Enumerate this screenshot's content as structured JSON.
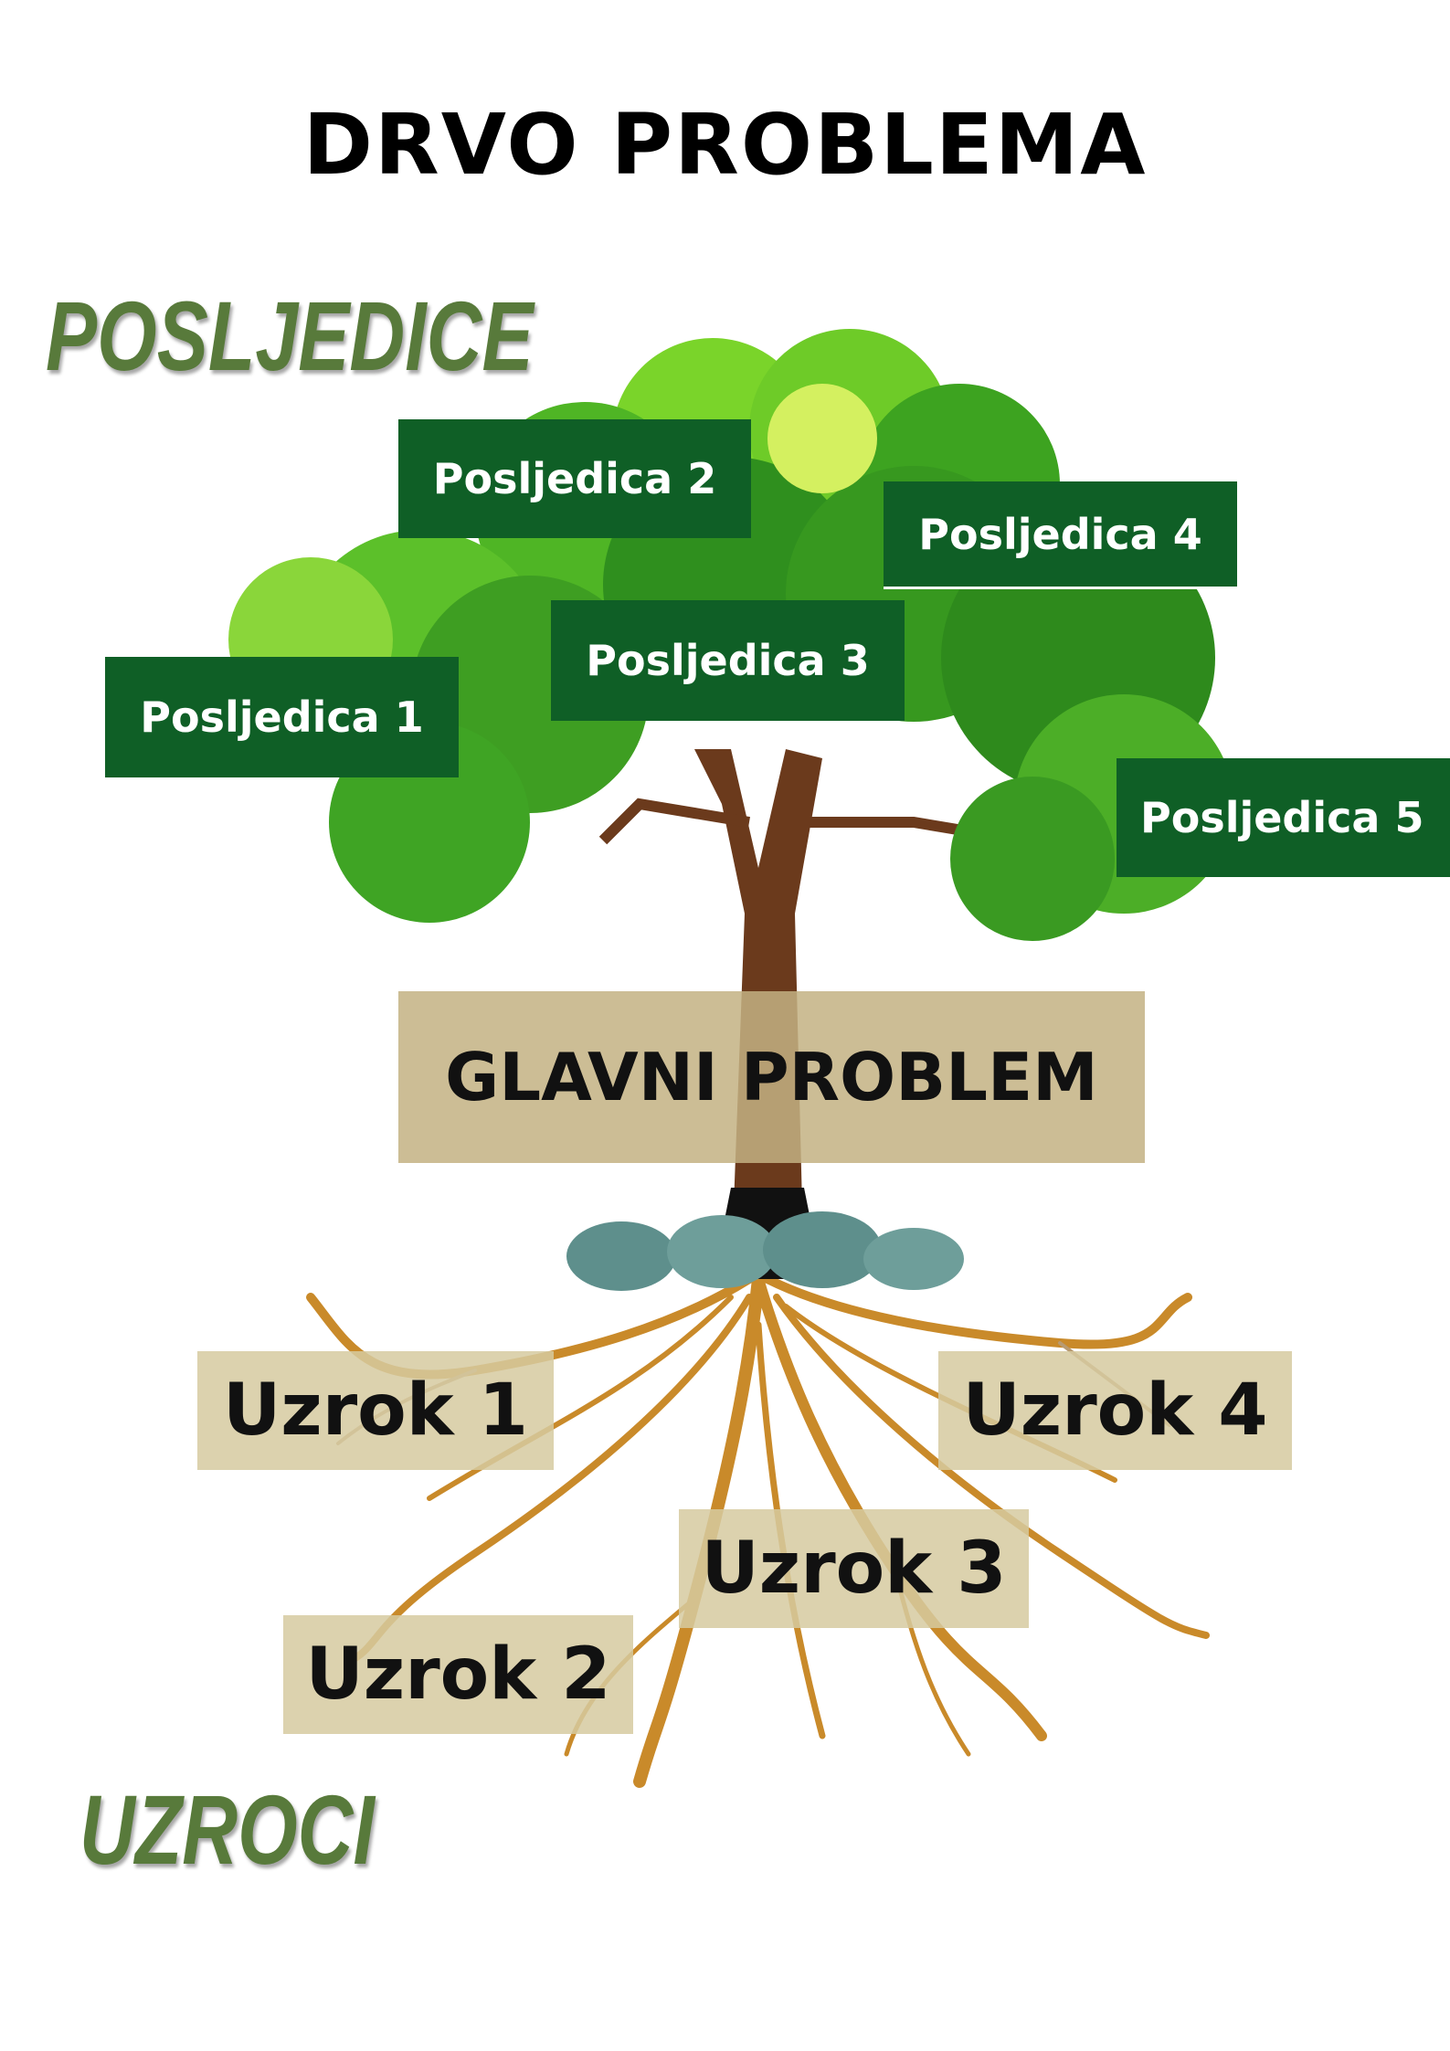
{
  "title": "DRVO PROBLEMA",
  "sections": {
    "top": "POSLJEDICE",
    "bottom": "UZROCI"
  },
  "consequences": [
    "Posljedica 1",
    "Posljedica 2",
    "Posljedica 3",
    "Posljedica 4",
    "Posljedica 5"
  ],
  "main_problem": "GLAVNI PROBLEM",
  "causes": [
    "Uzrok 1",
    "Uzrok 2",
    "Uzrok 3",
    "Uzrok 4"
  ],
  "colors": {
    "consequence_box": "#0f5f26",
    "cause_box": "#d6caa0",
    "section_label": "#587a3b"
  }
}
